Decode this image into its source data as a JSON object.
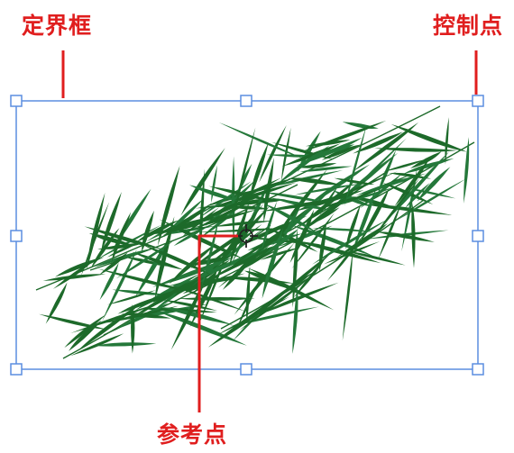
{
  "labels": {
    "bounding_box": "定界框",
    "control_point": "控制点",
    "reference_point": "参考点"
  },
  "colors": {
    "annotation": "#e01e1e",
    "bounding_box": "#5b8ee0",
    "handle_fill": "#ffffff",
    "foliage": "#1d6a2a",
    "foliage_alt": "#24783a",
    "reference_point": "#222222"
  }
}
